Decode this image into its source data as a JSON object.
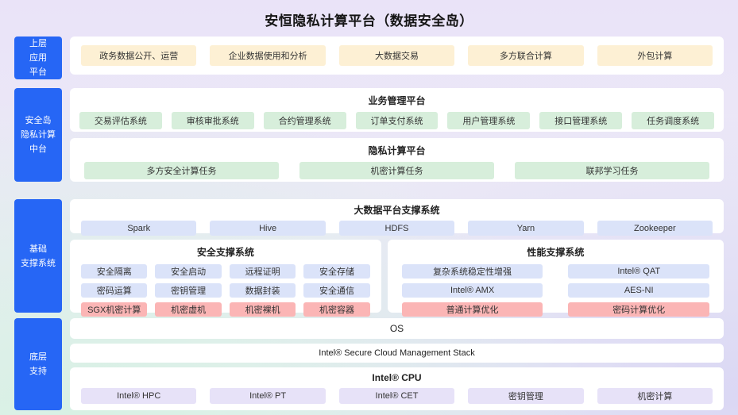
{
  "title": "安恒隐私计算平台（数据安全岛）",
  "colors": {
    "sidebar_blue": "#2666f5",
    "cream": "#fdf0d4",
    "green": "#d7eedb",
    "light_blue": "#dbe3f9",
    "pink": "#fbb5b5",
    "lavender": "#e7e2f8"
  },
  "sidebar": {
    "items": [
      {
        "label": "上层\n应用\n平台"
      },
      {
        "label": "安全岛\n隐私计算\n中台"
      },
      {
        "label": "基础\n支撑系统"
      },
      {
        "label": "底层\n支持"
      }
    ]
  },
  "sections": {
    "apps": {
      "items": [
        "政务数据公开、运营",
        "企业数据使用和分析",
        "大数据交易",
        "多方联合计算",
        "外包计算"
      ]
    },
    "business": {
      "title": "业务管理平台",
      "items": [
        "交易评估系统",
        "审核审批系统",
        "合约管理系统",
        "订单支付系统",
        "用户管理系统",
        "接口管理系统",
        "任务调度系统"
      ]
    },
    "privacy": {
      "title": "隐私计算平台",
      "items": [
        "多方安全计算任务",
        "机密计算任务",
        "联邦学习任务"
      ]
    },
    "bigdata": {
      "title": "大数据平台支撑系统",
      "items": [
        "Spark",
        "Hive",
        "HDFS",
        "Yarn",
        "Zookeeper"
      ]
    },
    "security": {
      "title": "安全支撑系统",
      "rows": [
        [
          "安全隔离",
          "安全启动",
          "远程证明",
          "安全存储"
        ],
        [
          "密码运算",
          "密钥管理",
          "数据封装",
          "安全通信"
        ],
        [
          "SGX机密计算",
          "机密虚机",
          "机密裸机",
          "机密容器"
        ]
      ]
    },
    "performance": {
      "title": "性能支撑系统",
      "rows": [
        [
          "复杂系统稳定性增强",
          "Intel® QAT"
        ],
        [
          "Intel® AMX",
          "AES-NI"
        ],
        [
          "普通计算优化",
          "密码计算优化"
        ]
      ]
    },
    "os": {
      "label": "OS"
    },
    "stack": {
      "label": "Intel® Secure Cloud Management Stack"
    },
    "cpu": {
      "title": "Intel® CPU",
      "items": [
        "Intel® HPC",
        "Intel® PT",
        "Intel® CET",
        "密钥管理",
        "机密计算"
      ]
    }
  }
}
